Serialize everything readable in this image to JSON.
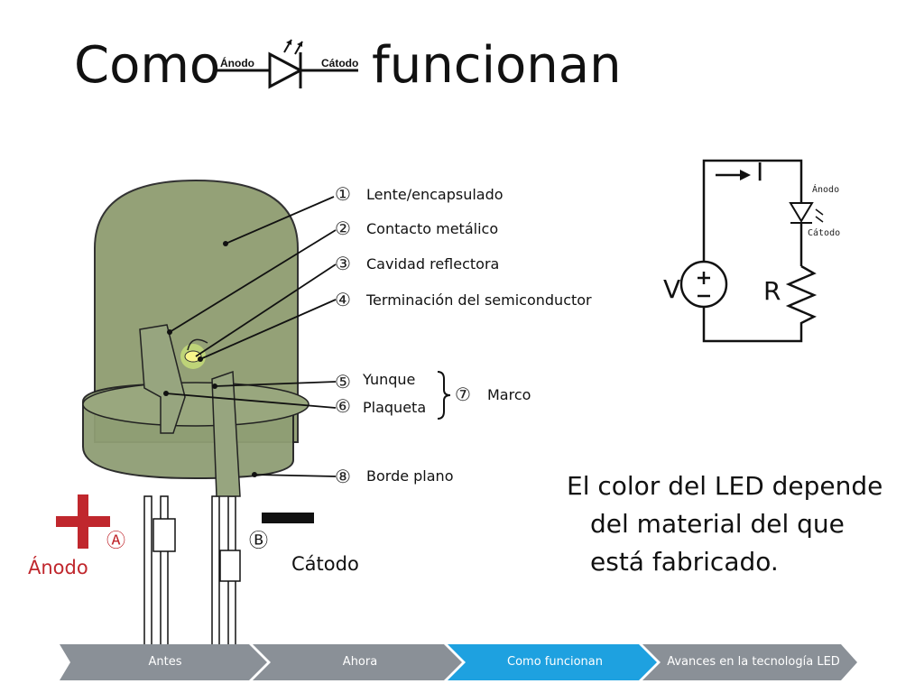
{
  "title": {
    "word_left": "Como",
    "word_right": "funcionan",
    "symbol_anode": "Ánodo",
    "symbol_cathode": "Cátodo"
  },
  "parts": [
    {
      "num": "①",
      "label": "Lente/encapsulado"
    },
    {
      "num": "②",
      "label": "Contacto metálico"
    },
    {
      "num": "③",
      "label": "Cavidad reflectora"
    },
    {
      "num": "④",
      "label": "Terminación del semiconductor"
    },
    {
      "num": "⑤",
      "label": "Yunque"
    },
    {
      "num": "⑥",
      "label": "Plaqueta"
    },
    {
      "num": "⑦",
      "label": "Marco"
    },
    {
      "num": "⑧",
      "label": "Borde plano"
    }
  ],
  "polarity": {
    "anode_mark": "Ⓐ",
    "anode_label": "Ánodo",
    "cathode_mark": "Ⓑ",
    "cathode_label": "Cátodo"
  },
  "circuit": {
    "current": "I",
    "voltage": "V",
    "resistor": "R",
    "anode": "Ánodo",
    "cathode": "Cátodo"
  },
  "body_text": {
    "line1": "El color del LED depende",
    "line2": "del material del que",
    "line3": "está fabricado."
  },
  "nav": {
    "items": [
      {
        "label": "Antes",
        "active": false
      },
      {
        "label": "Ahora",
        "active": false
      },
      {
        "label": "Como funcionan",
        "active": true
      },
      {
        "label": "Avances en la tecnología LED",
        "active": false
      }
    ]
  },
  "colors": {
    "nav_inactive": "#8a9097",
    "nav_active": "#1ea1e0",
    "anode_red": "#c0272d",
    "lens_green": "#8b9a6c"
  }
}
